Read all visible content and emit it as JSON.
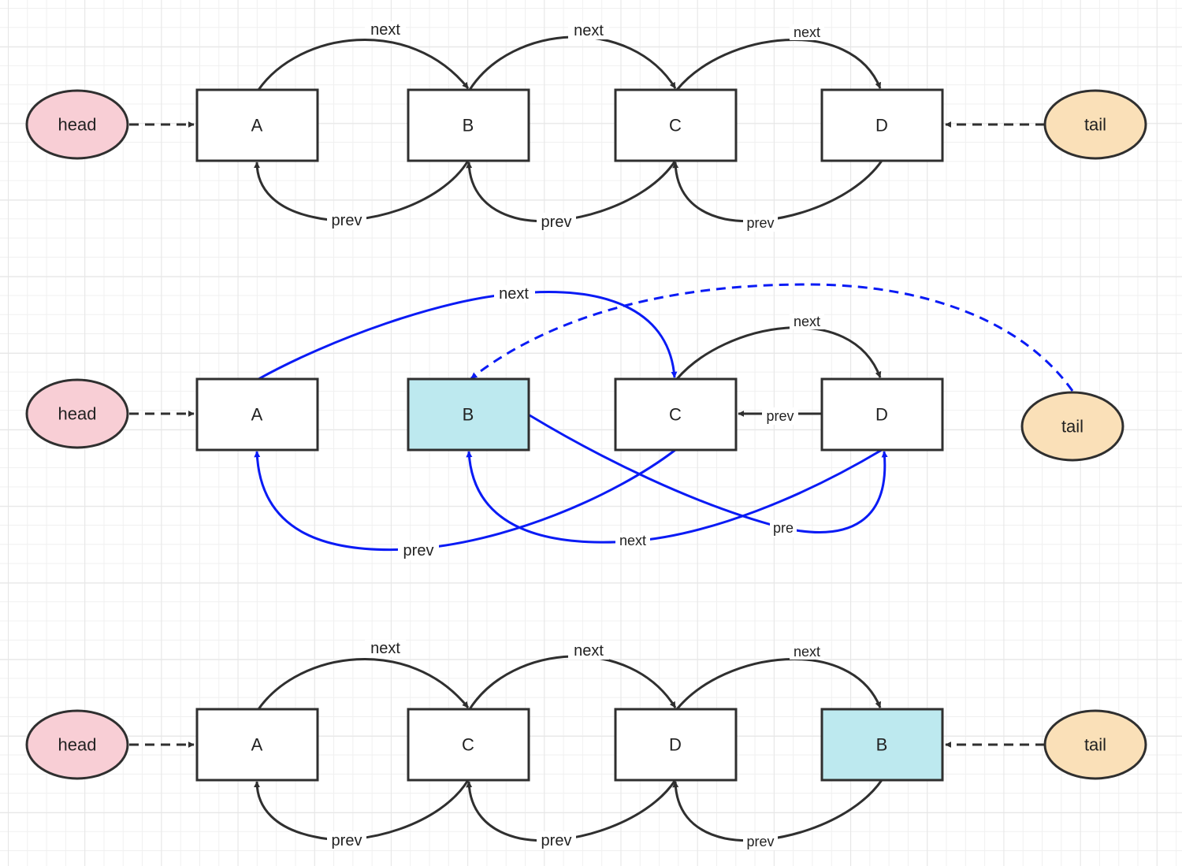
{
  "colors": {
    "stroke": "#2f2f2f",
    "blue": "#0a1bf5",
    "head_fill": "#f8ced5",
    "tail_fill": "#fae0b8",
    "highlight_fill": "#bde9ef",
    "node_fill": "#ffffff"
  },
  "rows": [
    {
      "name": "original-list",
      "head_label": "head",
      "tail_label": "tail",
      "nodes": [
        {
          "label": "A",
          "highlight": false
        },
        {
          "label": "B",
          "highlight": false
        },
        {
          "label": "C",
          "highlight": false
        },
        {
          "label": "D",
          "highlight": false
        }
      ],
      "next_labels": [
        "next",
        "next",
        "next"
      ],
      "prev_labels": [
        "prev",
        "prev",
        "prev"
      ]
    },
    {
      "name": "moving-b-to-tail",
      "head_label": "head",
      "tail_label": "tail",
      "nodes": [
        {
          "label": "A",
          "highlight": false
        },
        {
          "label": "B",
          "highlight": true
        },
        {
          "label": "C",
          "highlight": false
        },
        {
          "label": "D",
          "highlight": false
        }
      ],
      "edges": {
        "a_next_c": "next",
        "c_next_d": "next",
        "d_prev_c": "prev",
        "c_prev_a": "prev",
        "d_next_b": "next",
        "b_pre_d": "pre"
      }
    },
    {
      "name": "result-list",
      "head_label": "head",
      "tail_label": "tail",
      "nodes": [
        {
          "label": "A",
          "highlight": false
        },
        {
          "label": "C",
          "highlight": false
        },
        {
          "label": "D",
          "highlight": false
        },
        {
          "label": "B",
          "highlight": true
        }
      ],
      "next_labels": [
        "next",
        "next",
        "next"
      ],
      "prev_labels": [
        "prev",
        "prev",
        "prev"
      ]
    }
  ]
}
